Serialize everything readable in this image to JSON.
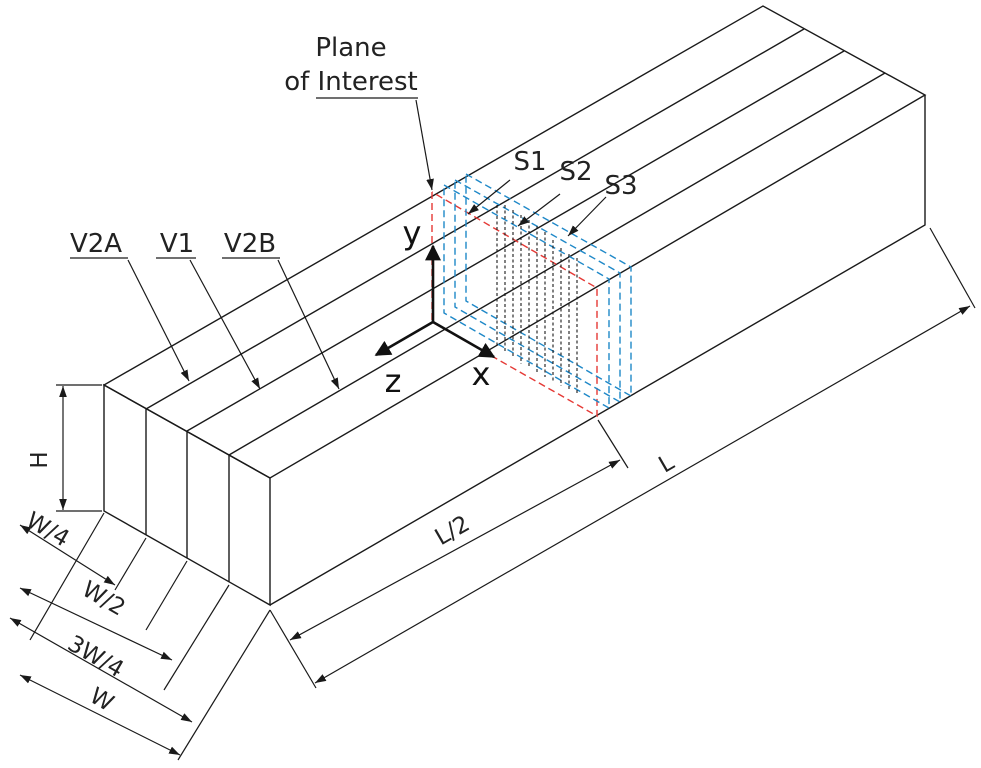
{
  "labels": {
    "plane_line1": "Plane",
    "plane_line2": "of Interest",
    "v2a": "V2A",
    "v1": "V1",
    "v2b": "V2B",
    "s1": "S1",
    "s2": "S2",
    "s3": "S3",
    "axis_y": "y",
    "axis_z": "z",
    "axis_x": "x",
    "dim_h": "H",
    "dim_w4": "W/4",
    "dim_w2": "W/2",
    "dim_3w4": "3W/4",
    "dim_w": "W",
    "dim_l2": "L/2",
    "dim_l": "L"
  },
  "colors": {
    "line": "#1a1a1a",
    "red_dashed": "#e53935",
    "blue_dashed": "#1e88c8"
  }
}
